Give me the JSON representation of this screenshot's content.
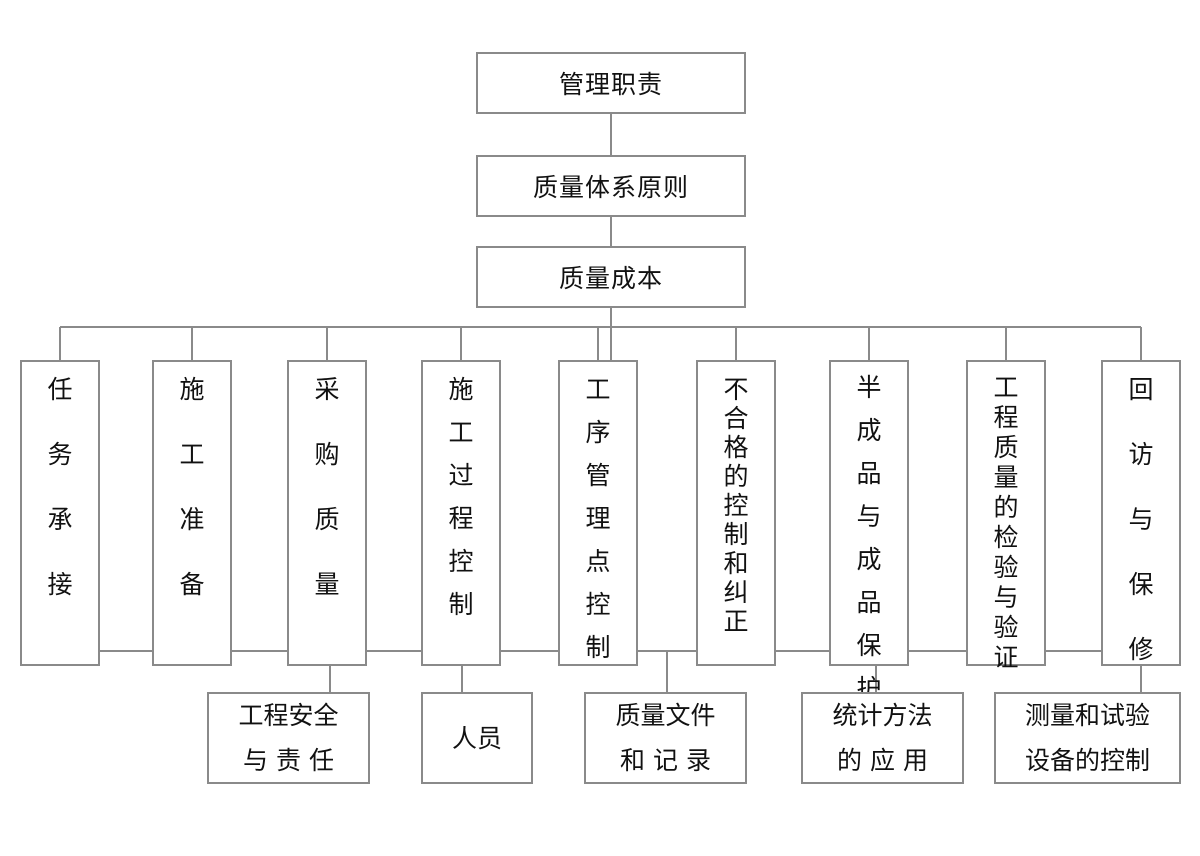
{
  "top": [
    "管理职责",
    "质量体系原则",
    "质量成本"
  ],
  "columns": [
    {
      "label": "任务承接"
    },
    {
      "label": "施工准备"
    },
    {
      "label": "采购质量"
    },
    {
      "label": "施工过程控制"
    },
    {
      "label": "工序管理点控制"
    },
    {
      "label": "不合格的控制和纠正"
    },
    {
      "label": "半成品与成品保护"
    },
    {
      "label": "工程质量的检验与验证"
    },
    {
      "label": "回访与保修"
    }
  ],
  "bottom": [
    {
      "lines": [
        "工程安全",
        "与 责 任"
      ]
    },
    {
      "lines": [
        "人员"
      ]
    },
    {
      "lines": [
        "质量文件",
        "和 记 录"
      ]
    },
    {
      "lines": [
        "统计方法",
        "的 应 用"
      ]
    },
    {
      "lines": [
        "测量和试验",
        "设备的控制"
      ]
    }
  ]
}
